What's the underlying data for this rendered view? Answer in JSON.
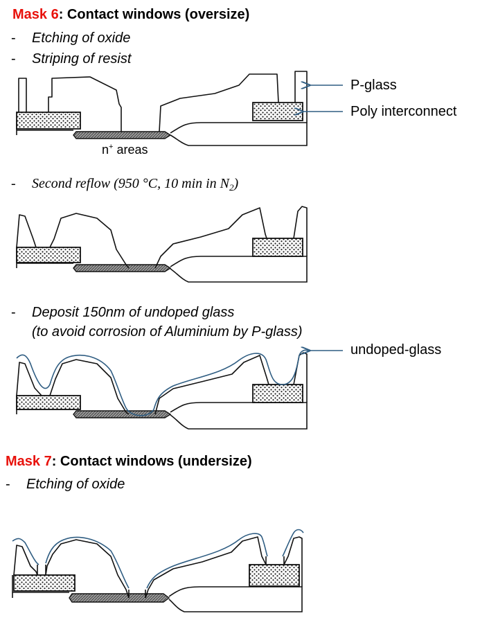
{
  "mask6": {
    "label": "Mask 6",
    "title": ": Contact windows (oversize)",
    "step1": "Etching of oxide",
    "step2": "Striping of resist",
    "callout_pglass": "P-glass",
    "callout_poly": "Poly interconnect",
    "nplus_label_base": "n",
    "nplus_label_sup": "+",
    "nplus_label_rest": " areas",
    "reflow_text": "Second reflow (950 °C, 10 min in N",
    "reflow_sub": "2",
    "reflow_close": ")",
    "deposit_line1": "Deposit 150nm of undoped glass",
    "deposit_line2": "(to avoid corrosion of Aluminium by P-glass)",
    "callout_undoped": "undoped-glass"
  },
  "mask7": {
    "label": "Mask 7",
    "title": ": Contact windows (undersize)",
    "step1": "Etching of oxide"
  },
  "colors": {
    "mask_label": "#e8120c",
    "callout_arrow": "#2f5d82",
    "undoped_glass_line": "#2f5d82"
  },
  "dash": "-"
}
